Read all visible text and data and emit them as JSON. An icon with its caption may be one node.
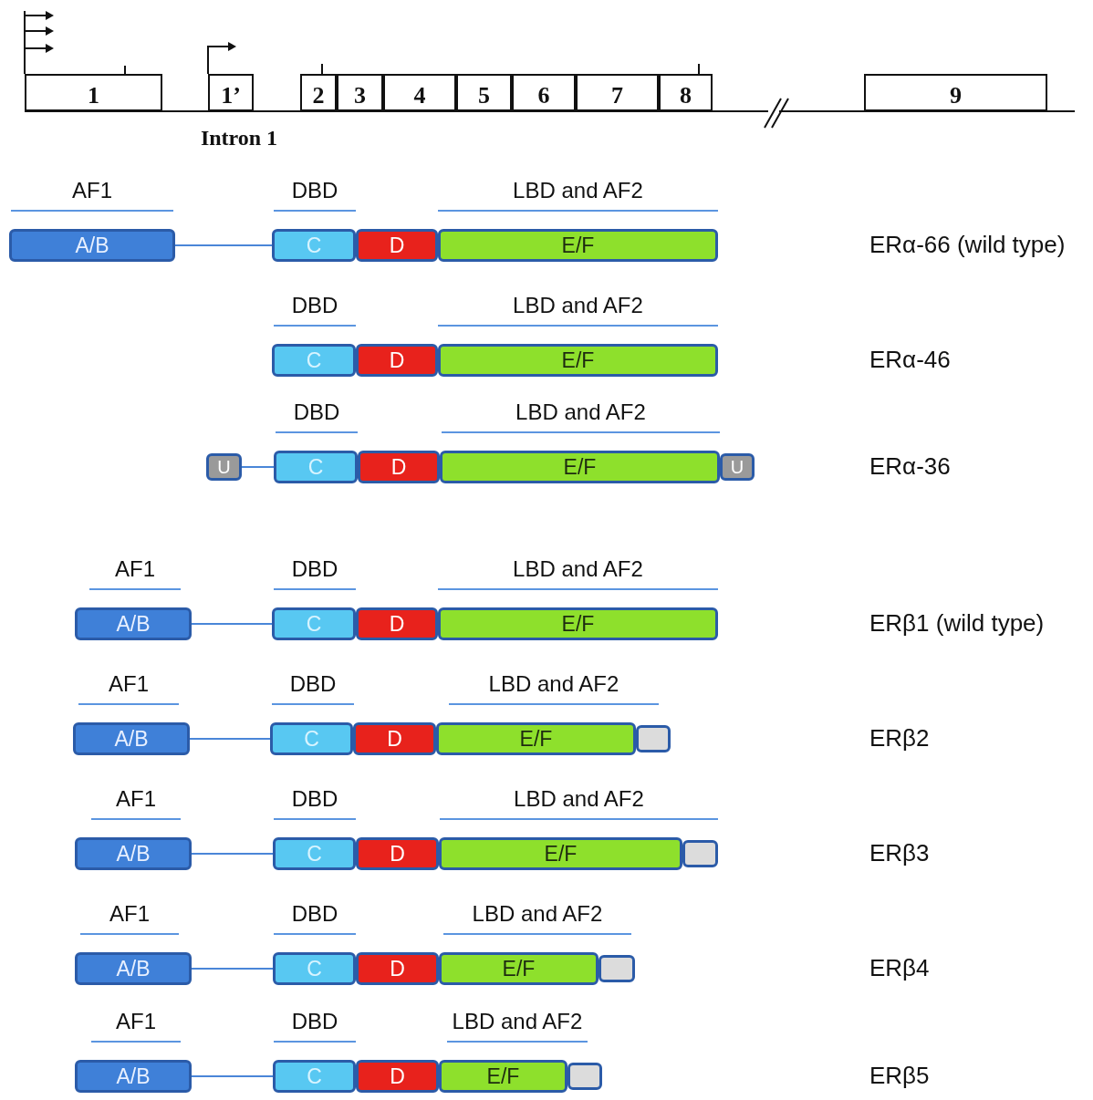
{
  "diagram": {
    "nodes": [
      {
        "text": [
          "1"
        ]
      },
      {
        "text": [
          "1’"
        ]
      },
      {
        "text": [
          "2"
        ]
      },
      {
        "text": [
          "3"
        ]
      },
      {
        "text": [
          "4"
        ]
      },
      {
        "text": [
          "5"
        ]
      },
      {
        "text": [
          "6"
        ]
      },
      {
        "text": [
          "7"
        ]
      },
      {
        "text": [
          "8"
        ]
      },
      {
        "text": [
          "9"
        ]
      },
      {
        "text": [
          "A/B"
        ]
      },
      {
        "text": [
          "C"
        ]
      },
      {
        "text": [
          "D"
        ]
      },
      {
        "text": [
          "E/F"
        ]
      },
      {
        "text": [
          "C"
        ]
      },
      {
        "text": [
          "D"
        ]
      },
      {
        "text": [
          "E/F"
        ]
      },
      {
        "text": [
          "U"
        ]
      },
      {
        "text": [
          "C"
        ]
      },
      {
        "text": [
          "D"
        ]
      },
      {
        "text": [
          "E/F"
        ]
      },
      {
        "text": [
          "U"
        ]
      },
      {
        "text": [
          "A/B"
        ]
      },
      {
        "text": [
          "C"
        ]
      },
      {
        "text": [
          "D"
        ]
      },
      {
        "text": [
          "E/F"
        ]
      },
      {
        "text": [
          "A/B"
        ]
      },
      {
        "text": [
          "C"
        ]
      },
      {
        "text": [
          "D"
        ]
      },
      {
        "text": [
          "E/F"
        ]
      },
      {
        "text": [],
        "shape": "box"
      },
      {
        "text": [
          "A/B"
        ]
      },
      {
        "text": [
          "C"
        ]
      },
      {
        "text": [
          "D"
        ]
      },
      {
        "text": [
          "E/F"
        ]
      },
      {
        "text": [],
        "shape": "box"
      },
      {
        "text": [
          "A/B"
        ]
      },
      {
        "text": [
          "C"
        ]
      },
      {
        "text": [
          "D"
        ]
      },
      {
        "text": [
          "E/F"
        ]
      },
      {
        "text": [],
        "shape": "box"
      },
      {
        "text": [
          "A/B"
        ]
      },
      {
        "text": [
          "C"
        ]
      },
      {
        "text": [
          "D"
        ]
      },
      {
        "text": [
          "E/F"
        ]
      },
      {
        "text": [],
        "shape": "box"
      }
    ],
    "edges": [
      {
        "from": 10,
        "to": 11,
        "arrow": "none"
      },
      {
        "from": 17,
        "to": 18,
        "arrow": "none"
      },
      {
        "from": 22,
        "to": 23,
        "arrow": "none"
      },
      {
        "from": 26,
        "to": 27,
        "arrow": "none"
      },
      {
        "from": 31,
        "to": 32,
        "arrow": "none"
      },
      {
        "from": 36,
        "to": 37,
        "arrow": "none"
      },
      {
        "from": 41,
        "to": 42,
        "arrow": "none"
      }
    ],
    "labels": [
      "Intron 1",
      "AF1",
      "DBD",
      "LBD and AF2",
      "ERα-66 (wild type)",
      "DBD",
      "LBD and AF2",
      "ERα-46",
      "DBD",
      "LBD and AF2",
      "ERα-36",
      "AF1",
      "DBD",
      "LBD and AF2",
      "ERβ1 (wild type)",
      "AF1",
      "DBD",
      "LBD and AF2",
      "ERβ2",
      "AF1",
      "DBD",
      "LBD and AF2",
      "ERβ3",
      "AF1",
      "DBD",
      "LBD and AF2",
      "ERβ4",
      "AF1",
      "DBD",
      "LBD and AF2",
      "ERβ5"
    ]
  }
}
